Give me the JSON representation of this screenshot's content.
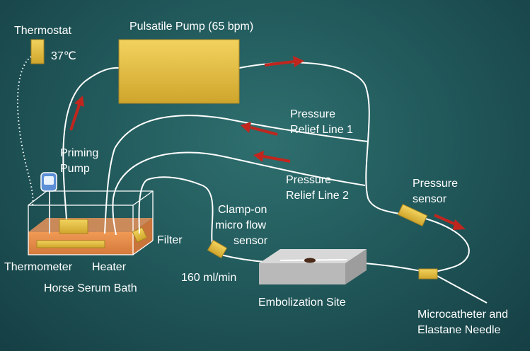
{
  "labels": {
    "thermostat": "Thermostat",
    "temperature": "37℃",
    "pump": "Pulsatile Pump (65 bpm)",
    "relief1_line1": "Pressure",
    "relief1_line2": "Relief Line 1",
    "relief2_line1": "Pressure",
    "relief2_line2": "Relief Line 2",
    "priming_line1": "Priming",
    "priming_line2": "Pump",
    "pressure_sensor_line1": "Pressure",
    "pressure_sensor_line2": "sensor",
    "flow_sensor_line1": "Clamp-on",
    "flow_sensor_line2": "micro flow",
    "flow_sensor_line3": "sensor",
    "filter": "Filter",
    "thermometer": "Thermometer",
    "heater": "Heater",
    "flow_rate": "160 ml/min",
    "bath": "Horse Serum Bath",
    "embolization": "Embolization Site",
    "microcatheter_line1": "Microcatheter and",
    "microcatheter_line2": "Elastane Needle"
  },
  "colors": {
    "component": "#e8c547",
    "arrow": "#c0261e",
    "tube": "#ffffff",
    "serum": "#e08a4a"
  }
}
